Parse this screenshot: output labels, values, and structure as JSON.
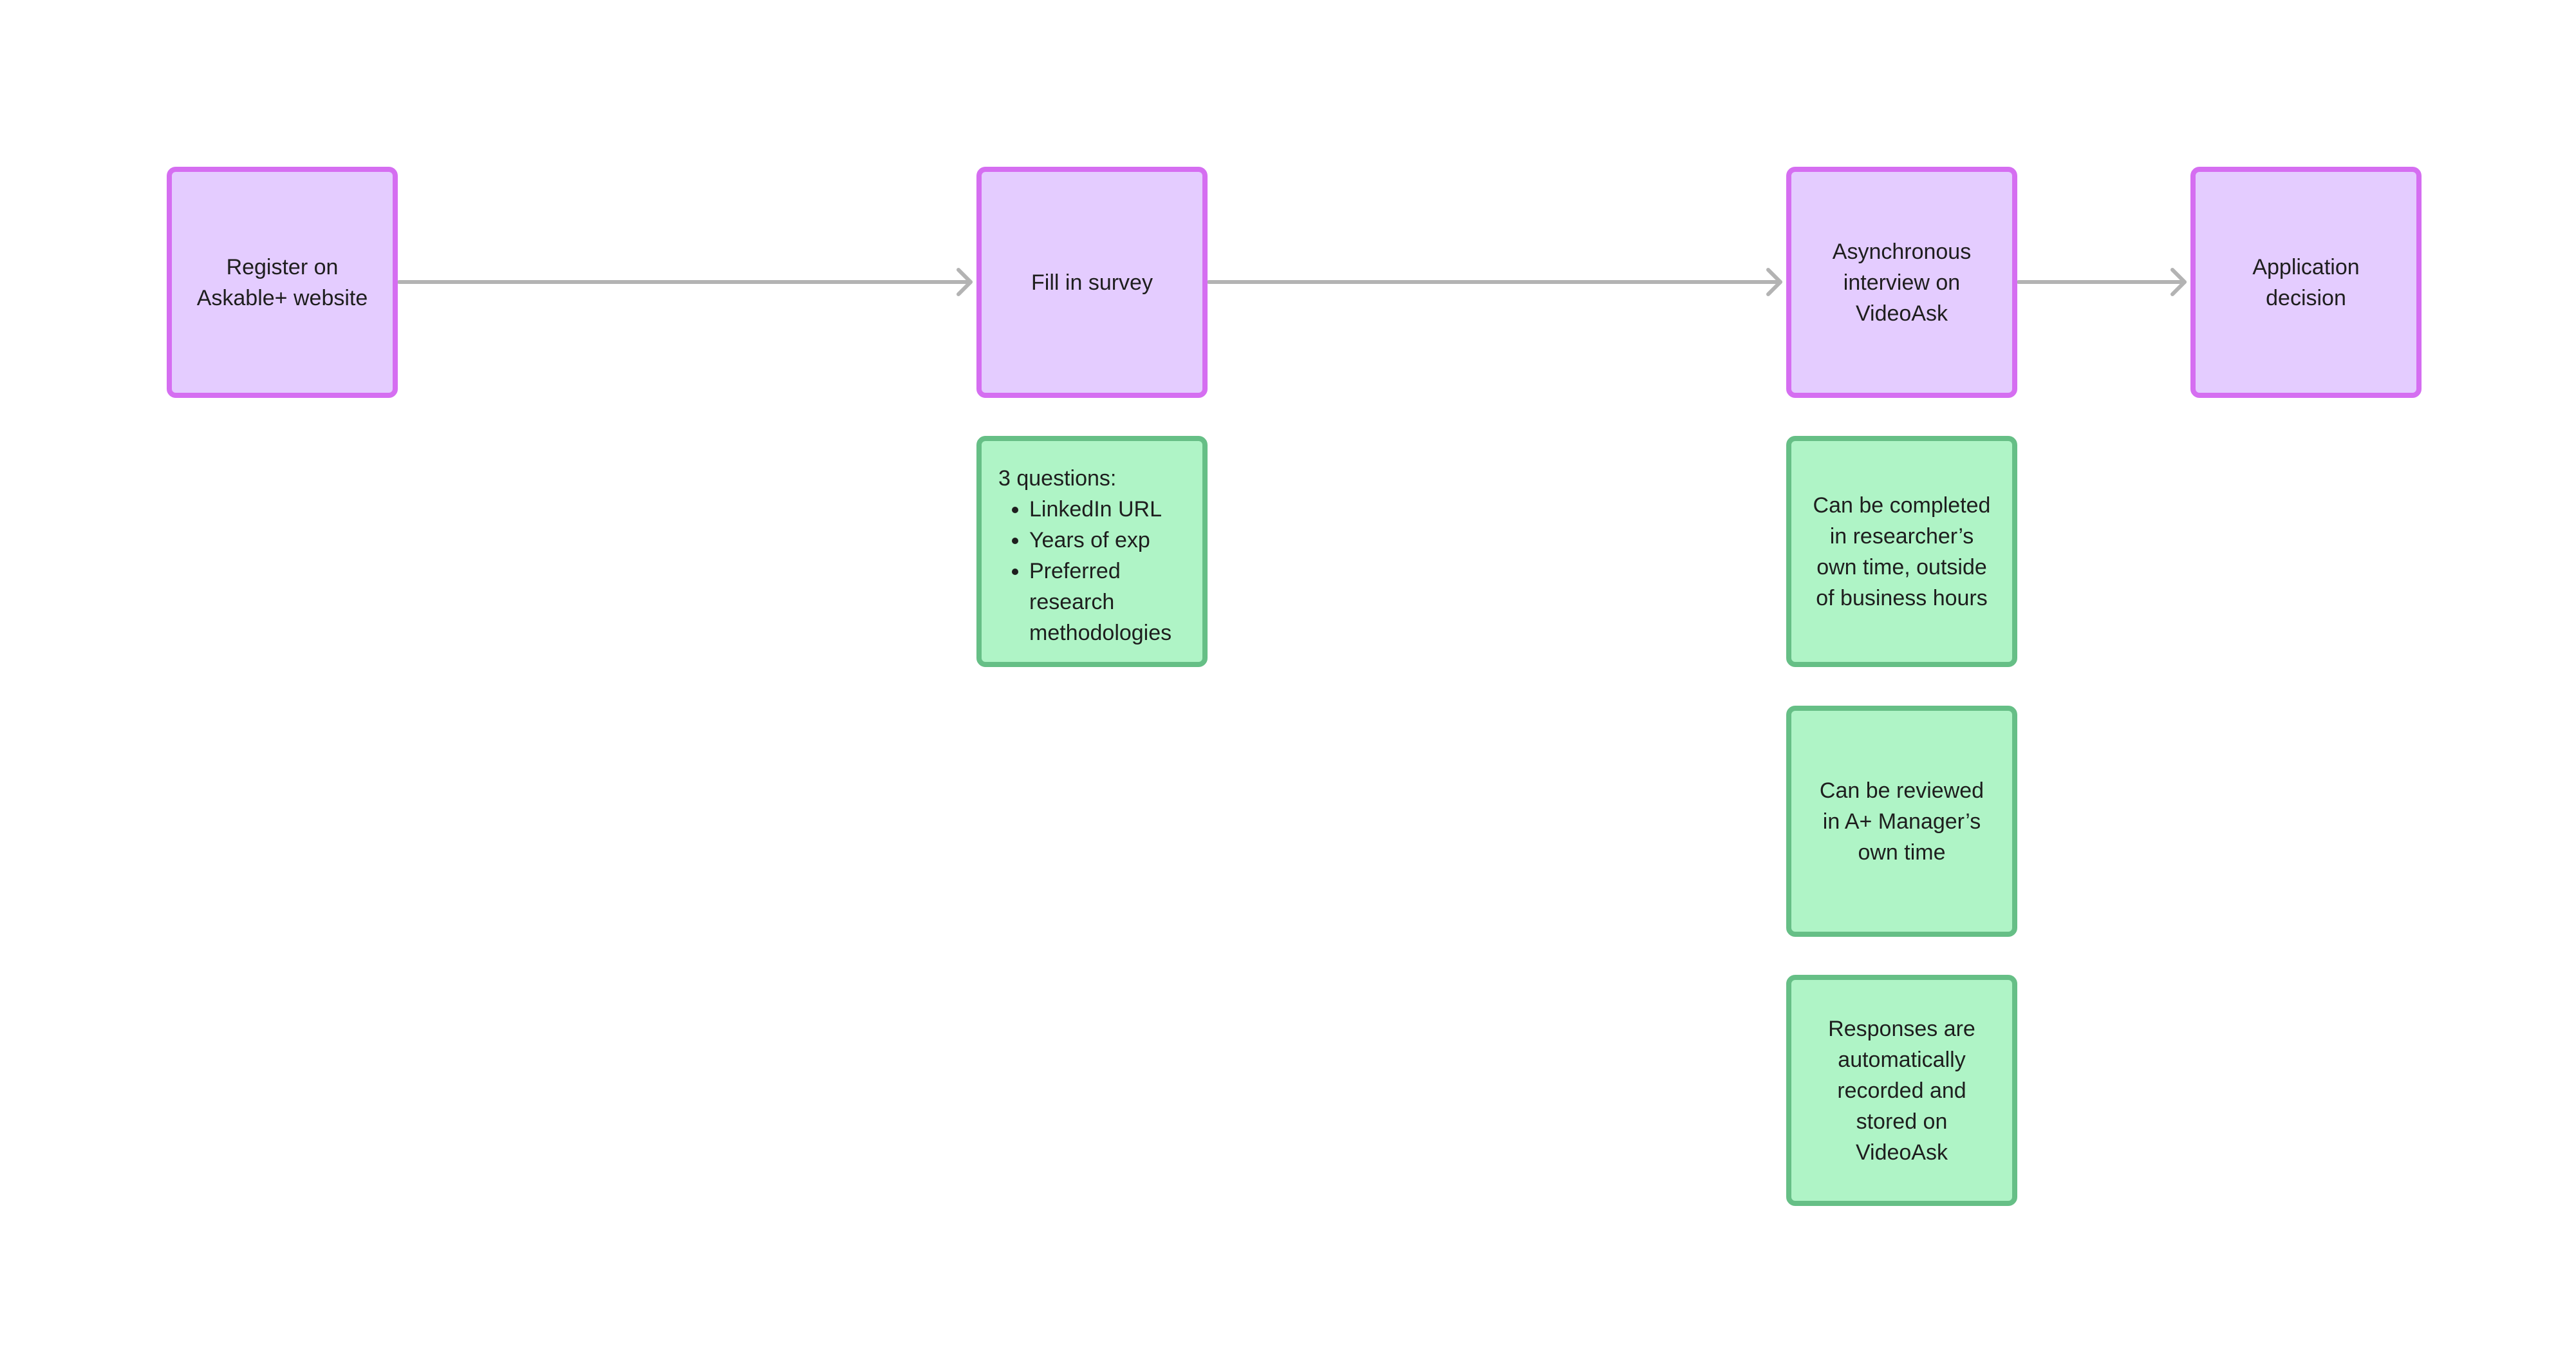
{
  "colors": {
    "step_fill": "#e4ccff",
    "step_border": "#d56ef1",
    "note_fill": "#aff4c6",
    "note_border": "#66bf86",
    "connector": "#b3b3b3",
    "text": "#1e1e1e",
    "background": "#ffffff"
  },
  "steps": [
    {
      "label": "Register on Askable+ website"
    },
    {
      "label": "Fill in survey"
    },
    {
      "label": "Asynchronous interview on VideoAsk"
    },
    {
      "label": "Application decision"
    }
  ],
  "notes": {
    "survey": {
      "heading": "3 questions:",
      "items": [
        "LinkedIn URL",
        "Years of exp",
        "Preferred research methodologies"
      ]
    },
    "interview": [
      {
        "text": "Can be completed in researcher’s own time, outside of business hours"
      },
      {
        "text": "Can be reviewed in A+ Manager’s own time"
      },
      {
        "text": "Responses are automatically recorded and stored on VideoAsk"
      }
    ]
  },
  "connectors": [
    {
      "from": "Register on Askable+ website",
      "to": "Fill in survey",
      "arrowhead": "open-chevron"
    },
    {
      "from": "Fill in survey",
      "to": "Asynchronous interview on VideoAsk",
      "arrowhead": "open-chevron"
    },
    {
      "from": "Asynchronous interview on VideoAsk",
      "to": "Application decision",
      "arrowhead": "open-chevron"
    }
  ]
}
